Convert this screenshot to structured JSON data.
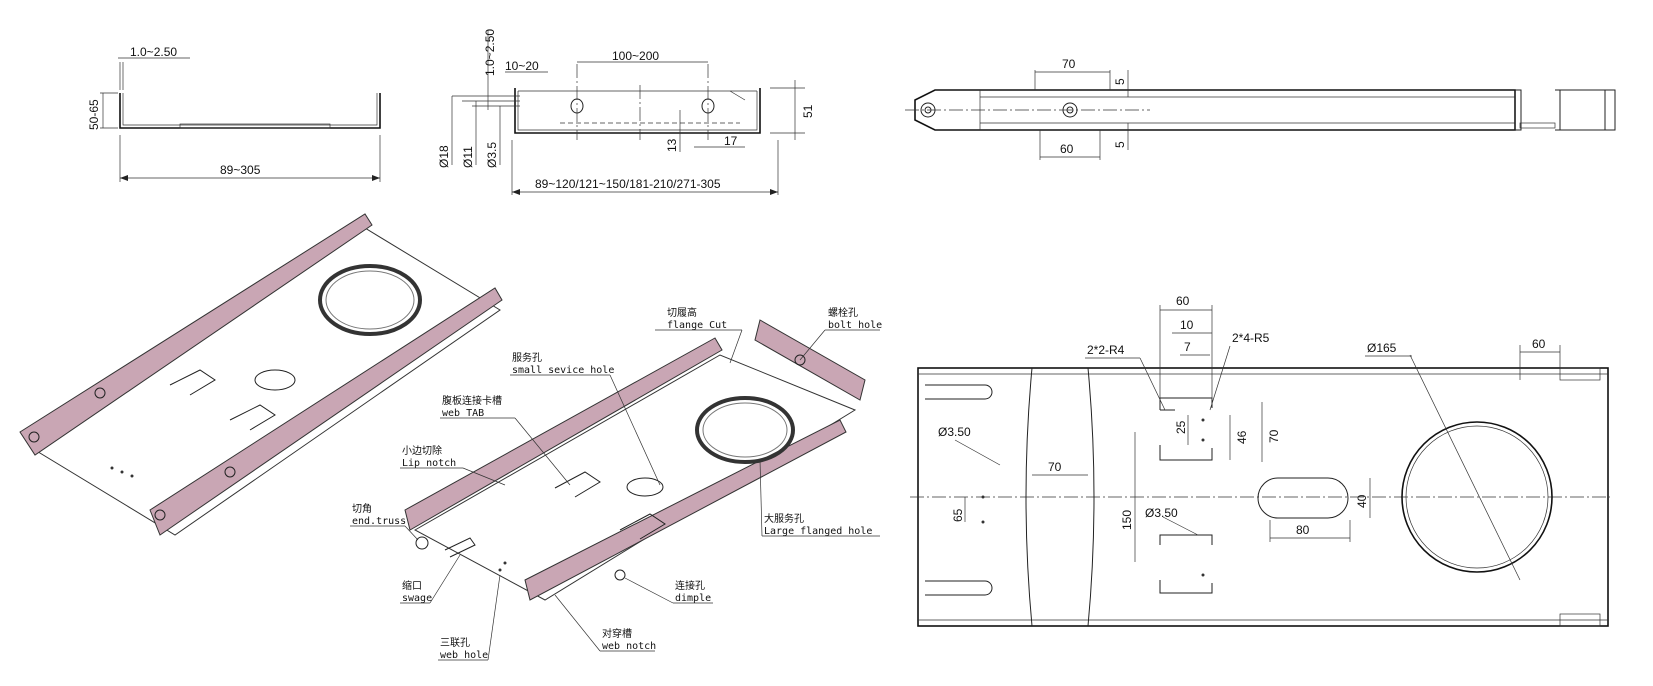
{
  "colors": {
    "flange_fill": "#c9a6b4",
    "line": "#222222",
    "background": "#ffffff"
  },
  "front_view": {
    "thickness": "1.0~2.50",
    "height": "50-65",
    "width": "89~305"
  },
  "section_view": {
    "thickness": "1.0~2.50",
    "lip": "10~20",
    "hole_pitch": "100~200",
    "height": "51",
    "dia_large": "Ø18",
    "dia_mid": "Ø11",
    "dia_small": "Ø3.5",
    "d13": "13",
    "d17": "17",
    "widths": "89~120/121~150/181-210/271-305"
  },
  "side_view": {
    "d70": "70",
    "d60": "60",
    "d5_top": "5",
    "d5_bottom": "5"
  },
  "callouts": [
    {
      "zh": "切履高",
      "en": "flange Cut"
    },
    {
      "zh": "螺栓孔",
      "en": "bolt hole"
    },
    {
      "zh": "服务孔",
      "en": "small sevice hole"
    },
    {
      "zh": "腹板连接卡槽",
      "en": "web TAB"
    },
    {
      "zh": "小边切除",
      "en": "Lip notch"
    },
    {
      "zh": "切角",
      "en": "end.truss"
    },
    {
      "zh": "大服务孔",
      "en": "Large flanged hole"
    },
    {
      "zh": "缩口",
      "en": "swage"
    },
    {
      "zh": "连接孔",
      "en": "dimple"
    },
    {
      "zh": "对穿槽",
      "en": "web notch"
    },
    {
      "zh": "三联孔",
      "en": "web hole"
    }
  ],
  "plan_view": {
    "d60_top": "60",
    "d10": "10",
    "d7": "7",
    "r4": "2*2-R4",
    "r5": "2*4-R5",
    "dia165": "Ø165",
    "d60_right": "60",
    "dia350_a": "Ø3.50",
    "d70_mid": "70",
    "d25": "25",
    "d46": "46",
    "d70_right": "70",
    "d65": "65",
    "d150": "150",
    "dia350_b": "Ø3.50",
    "d80": "80",
    "d40": "40"
  }
}
